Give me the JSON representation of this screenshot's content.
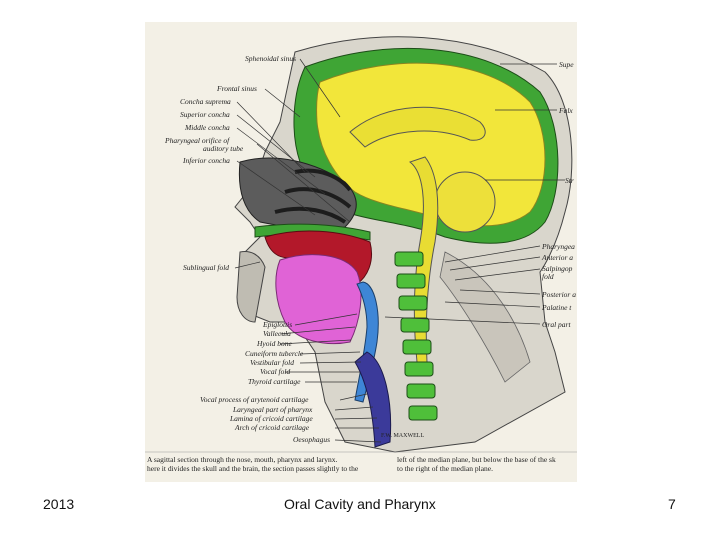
{
  "figure": {
    "labels_left": [
      "Sphenoidal sinus",
      "Frontal sinus",
      "Concha suprema",
      "Superior concha",
      "Middle concha",
      "Pharyngeal orifice of",
      "auditory tube",
      "Inferior concha",
      "Sublingual fold",
      "Epiglottis",
      "Vallecula",
      "Hyoid bone",
      "Cuneiform tubercle",
      "Vestibular fold",
      "Vocal fold",
      "Thyroid cartilage",
      "Vocal process of arytenoid cartilage",
      "Laryngeal part of pharynx",
      "Lamina of cricoid cartilage",
      "Arch of cricoid cartilage",
      "Oesophagus"
    ],
    "labels_right": [
      "Supe",
      "Falx",
      "Str",
      "Pharyngea",
      "Anterior a",
      "Salpingop",
      "fold",
      "Posterior a",
      "Palatine t",
      "Oral part"
    ],
    "signature": "F.W. MAXWELL",
    "caption": {
      "line1_left": "A sagittal section through the nose, mouth, pharynx and larynx.",
      "line1_right": "left of the median plane, but below the base of the sk",
      "line2_left": "here it divides the skull and the brain, the section passes slightly to the",
      "line2_right": "to the right of the median plane."
    }
  },
  "footer": {
    "year": "2013",
    "title": "Oral Cavity and Pharynx",
    "page_number": "7"
  }
}
